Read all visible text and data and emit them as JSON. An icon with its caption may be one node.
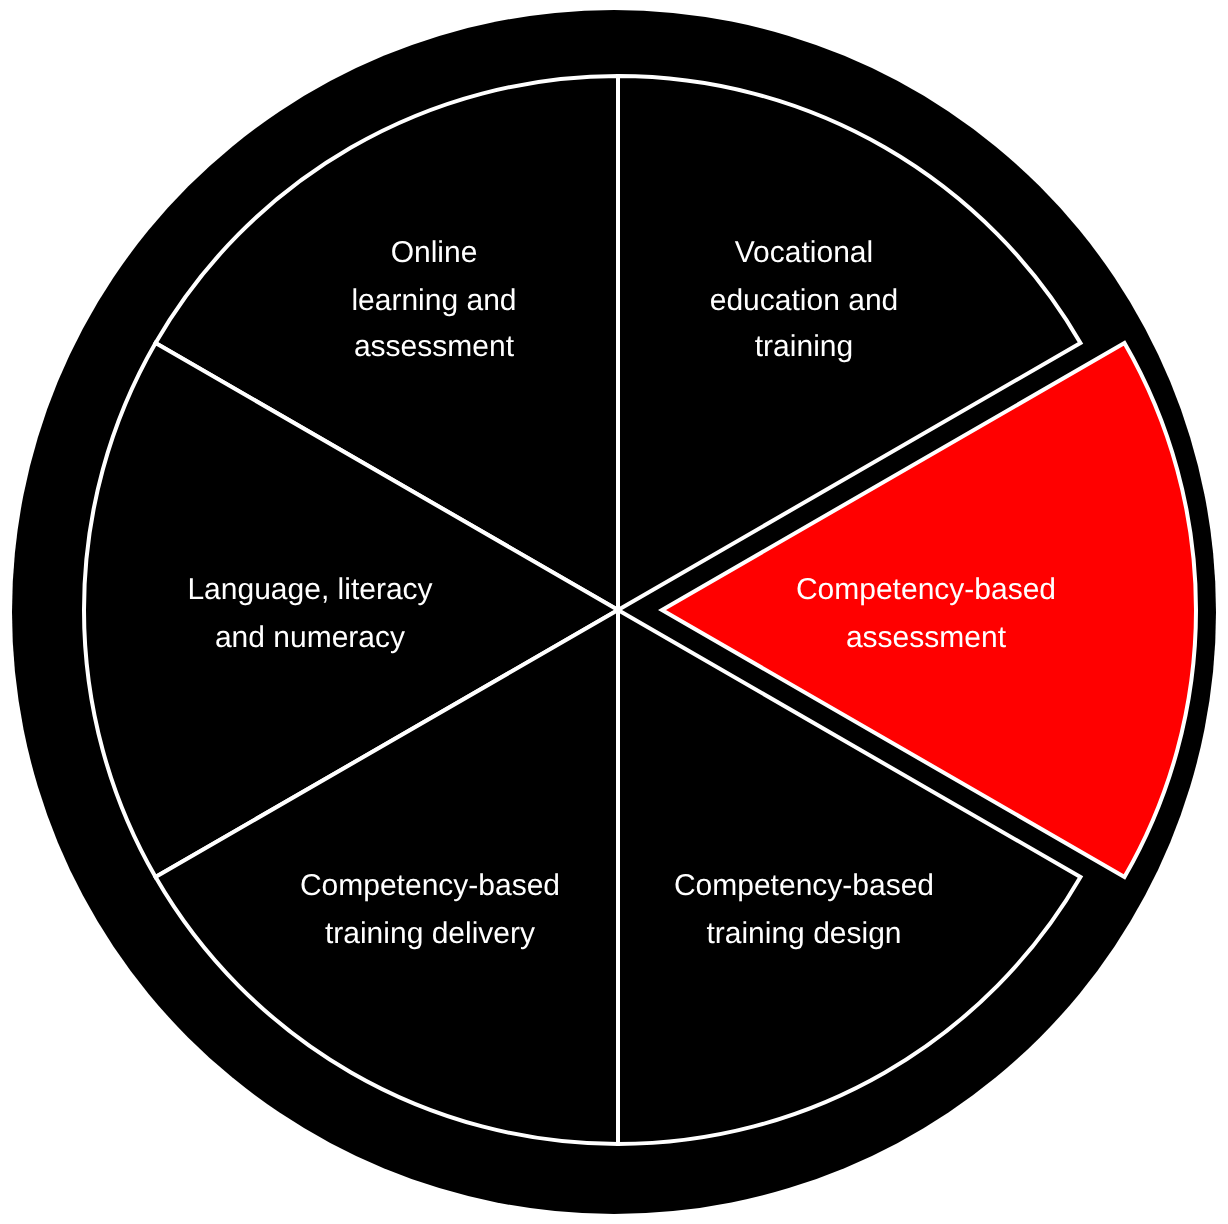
{
  "diagram": {
    "nodes": [
      {
        "text": [
          "Online learning and assessment"
        ]
      },
      {
        "text": [
          "Vocational education and training"
        ]
      },
      {
        "text": [
          "Language, literacy and numeracy"
        ]
      },
      {
        "text": [
          "Competency-based assessment"
        ]
      },
      {
        "text": [
          "Competency-based training delivery"
        ]
      },
      {
        "text": [
          "Competency-based training design"
        ]
      }
    ]
  }
}
